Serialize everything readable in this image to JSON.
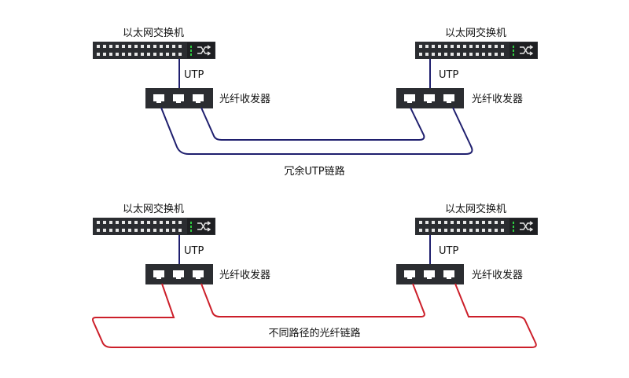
{
  "top": {
    "left": {
      "switch_label": "以太网交换机",
      "utp_label": "UTP",
      "transceiver_label": "光纤收发器"
    },
    "right": {
      "switch_label": "以太网交换机",
      "utp_label": "UTP",
      "transceiver_label": "光纤收发器"
    },
    "link_label": "冗余UTP链路"
  },
  "bottom": {
    "left": {
      "switch_label": "以太网交换机",
      "utp_label": "UTP",
      "transceiver_label": "光纤收发器"
    },
    "right": {
      "switch_label": "以太网交换机",
      "utp_label": "UTP",
      "transceiver_label": "光纤收发器"
    },
    "link_label": "不同路径的光纤链路"
  },
  "colors": {
    "device_body": "#2b2d31",
    "utp_line": "#1f1f6e",
    "fiber_line": "#cc1f2a",
    "status_led": "#2ecc40"
  }
}
